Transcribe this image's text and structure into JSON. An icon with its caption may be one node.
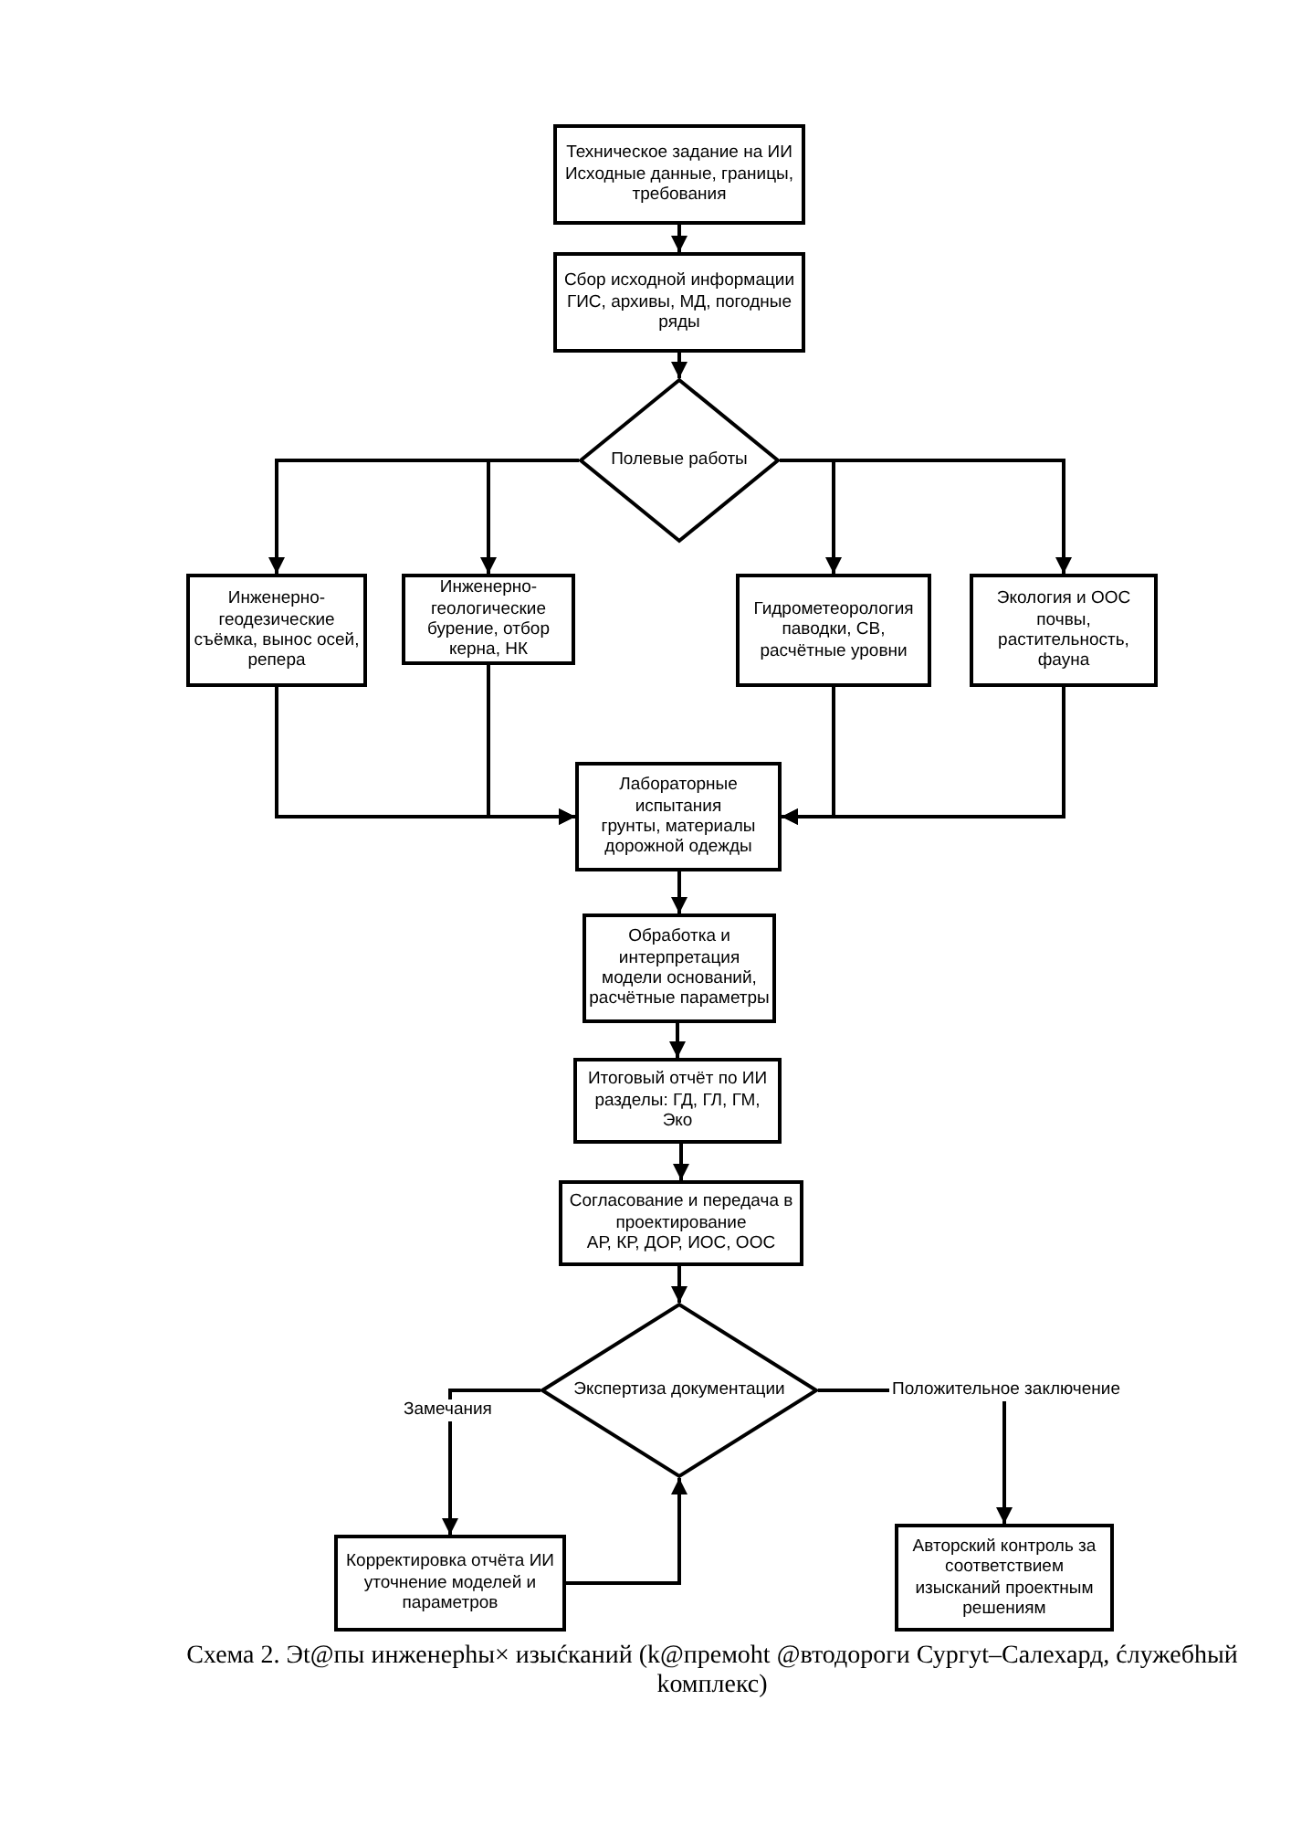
{
  "diagram": {
    "caption": "Схема 2. Эt@пы инженерhы× изыćканий (k@премоht @втодороги Сургуt–Салехард, ćлужебhый kомплекс)",
    "nodes": [
      {
        "text": [
          "Техническое задание на ИИ",
          "Исходные данные, границы, требования"
        ]
      },
      {
        "text": [
          "Сбор исходной информации",
          "ГИС, архивы, МД, погодные ряды"
        ]
      },
      {
        "text": [
          "Полевые работы"
        ]
      },
      {
        "text": [
          "Инженерно-геодезические",
          "съёмка, вынос осей, репера"
        ]
      },
      {
        "text": [
          "Инженерно-геологические",
          "бурение, отбор керна, НК"
        ]
      },
      {
        "text": [
          "Гидрометеорология",
          "паводки, СВ, расчётные уровни"
        ]
      },
      {
        "text": [
          "Экология и ООС",
          "почвы, растительность, фауна"
        ]
      },
      {
        "text": [
          "Лабораторные испытания",
          "грунты, материалы дорожной одежды"
        ]
      },
      {
        "text": [
          "Обработка и интерпретация",
          "модели оснований, расчётные параметры"
        ]
      },
      {
        "text": [
          "Итоговый отчёт по ИИ",
          "разделы: ГД, ГЛ, ГМ, Эко"
        ]
      },
      {
        "text": [
          "Согласование и передача в проектирование",
          "АР, КР, ДОР, ИОС, ООС"
        ]
      },
      {
        "text": [
          "Экспертиза документации"
        ]
      },
      {
        "text": [
          "Корректировка отчёта ИИ",
          "уточнение моделей и параметров"
        ]
      },
      {
        "text": [
          "Авторский контроль за соответствием изысканий проектным решениям"
        ]
      }
    ],
    "edges": [
      {
        "from": 0,
        "to": 1,
        "arrow": "to"
      },
      {
        "from": 1,
        "to": 2,
        "arrow": "to"
      },
      {
        "from": 2,
        "to": 3,
        "arrow": "to"
      },
      {
        "from": 2,
        "to": 4,
        "arrow": "to"
      },
      {
        "from": 2,
        "to": 5,
        "arrow": "to"
      },
      {
        "from": 2,
        "to": 6,
        "arrow": "to"
      },
      {
        "from": 3,
        "to": 7,
        "arrow": "to"
      },
      {
        "from": 4,
        "to": 7,
        "arrow": "to"
      },
      {
        "from": 5,
        "to": 7,
        "arrow": "to"
      },
      {
        "from": 6,
        "to": 7,
        "arrow": "to"
      },
      {
        "from": 7,
        "to": 8,
        "arrow": "to"
      },
      {
        "from": 8,
        "to": 9,
        "arrow": "to"
      },
      {
        "from": 9,
        "to": 10,
        "arrow": "to"
      },
      {
        "from": 10,
        "to": 11,
        "arrow": "to"
      },
      {
        "from": 11,
        "to": 12,
        "arrow": "to",
        "label": "Замечания"
      },
      {
        "from": 12,
        "to": 11,
        "arrow": "to"
      },
      {
        "from": 11,
        "to": 13,
        "arrow": "to",
        "label": "Положительное заключение"
      }
    ]
  }
}
